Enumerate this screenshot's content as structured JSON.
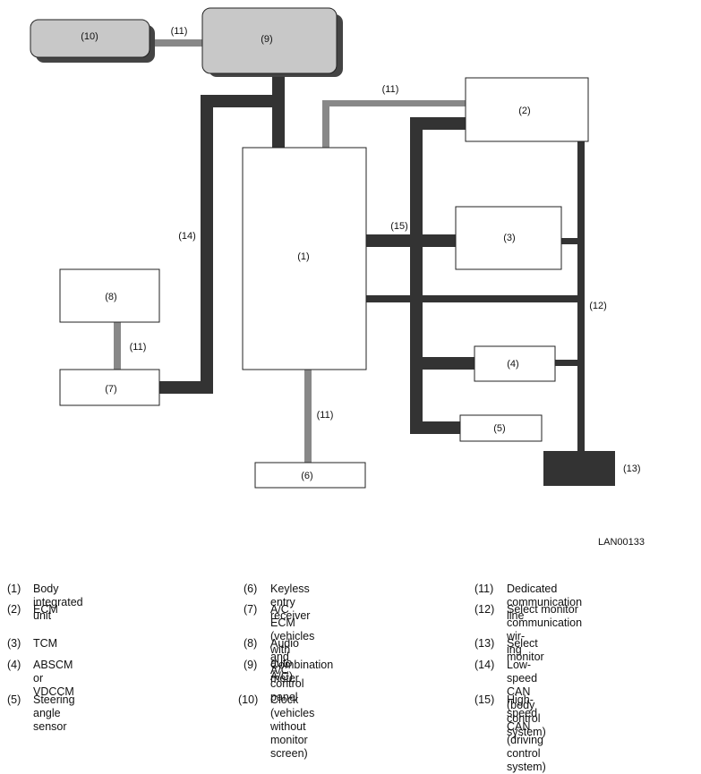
{
  "diagram": {
    "nodes": {
      "n1": "(1)",
      "n2": "(2)",
      "n3": "(3)",
      "n4": "(4)",
      "n5": "(5)",
      "n6": "(6)",
      "n7": "(7)",
      "n8": "(8)",
      "n9": "(9)",
      "n10": "(10)",
      "n13": "(13)"
    },
    "lines": {
      "l11_a": "(11)",
      "l11_b": "(11)",
      "l11_c": "(11)",
      "l11_d": "(11)",
      "l12": "(12)",
      "l14": "(14)",
      "l15": "(15)"
    },
    "colors": {
      "thick_line": "#333333",
      "thin_line": "#888888",
      "meter_fill": "#c8c8c8",
      "monitor_fill": "#333333"
    }
  },
  "reference_code": "LAN00133",
  "legend": [
    {
      "num": "(1)",
      "text": "Body integrated unit"
    },
    {
      "num": "(2)",
      "text": "ECM"
    },
    {
      "num": "(3)",
      "text": "TCM"
    },
    {
      "num": "(4)",
      "text": "ABSCM or VDCCM"
    },
    {
      "num": "(5)",
      "text": "Steering angle sensor"
    },
    {
      "num": "(6)",
      "text": "Keyless entry receiver"
    },
    {
      "num": "(7)",
      "text": "A/C ECM (vehicles with auto A/C)"
    },
    {
      "num": "(8)",
      "text": "Audio and A/C control panel"
    },
    {
      "num": "(9)",
      "text": "Combination meter"
    },
    {
      "num": "(10)",
      "text": "Clock\n(vehicles without monitor screen)"
    },
    {
      "num": "(11)",
      "text": "Dedicated communication line"
    },
    {
      "num": "(12)",
      "text": "Select monitor communication wir-\ning"
    },
    {
      "num": "(13)",
      "text": "Select monitor"
    },
    {
      "num": "(14)",
      "text": "Low-speed CAN\n(body control system)"
    },
    {
      "num": "(15)",
      "text": "High-speed CAN\n(driving control system)"
    }
  ]
}
